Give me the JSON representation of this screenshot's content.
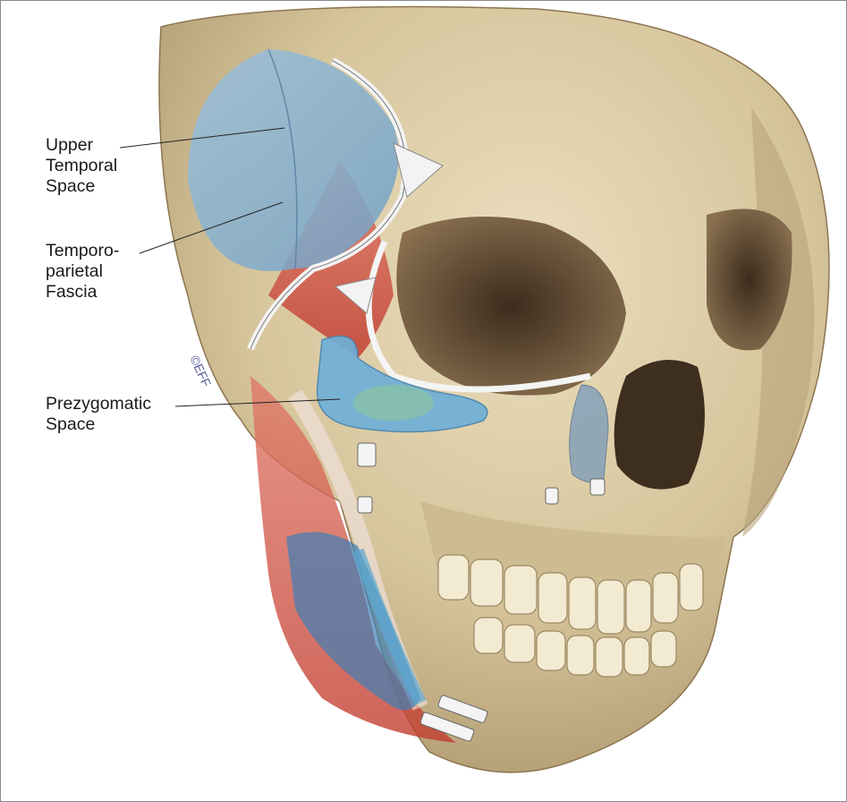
{
  "labels": {
    "upper_temporal_space": [
      "Upper",
      "Temporal",
      "Space"
    ],
    "temporoparietal_fascia": [
      "Temporo-",
      "parietal",
      "Fascia"
    ],
    "prezygomatic_space": [
      "Prezygomatic",
      "Space"
    ]
  },
  "signature": "©EFF",
  "colors": {
    "bone": "#d9c9a2",
    "bone_shadow": "#a8916a",
    "cavity": "#5a4630",
    "space_blue": "#7fb0d4",
    "muscle_red": "#c9473a",
    "fascia_white": "#f2f2f2"
  }
}
